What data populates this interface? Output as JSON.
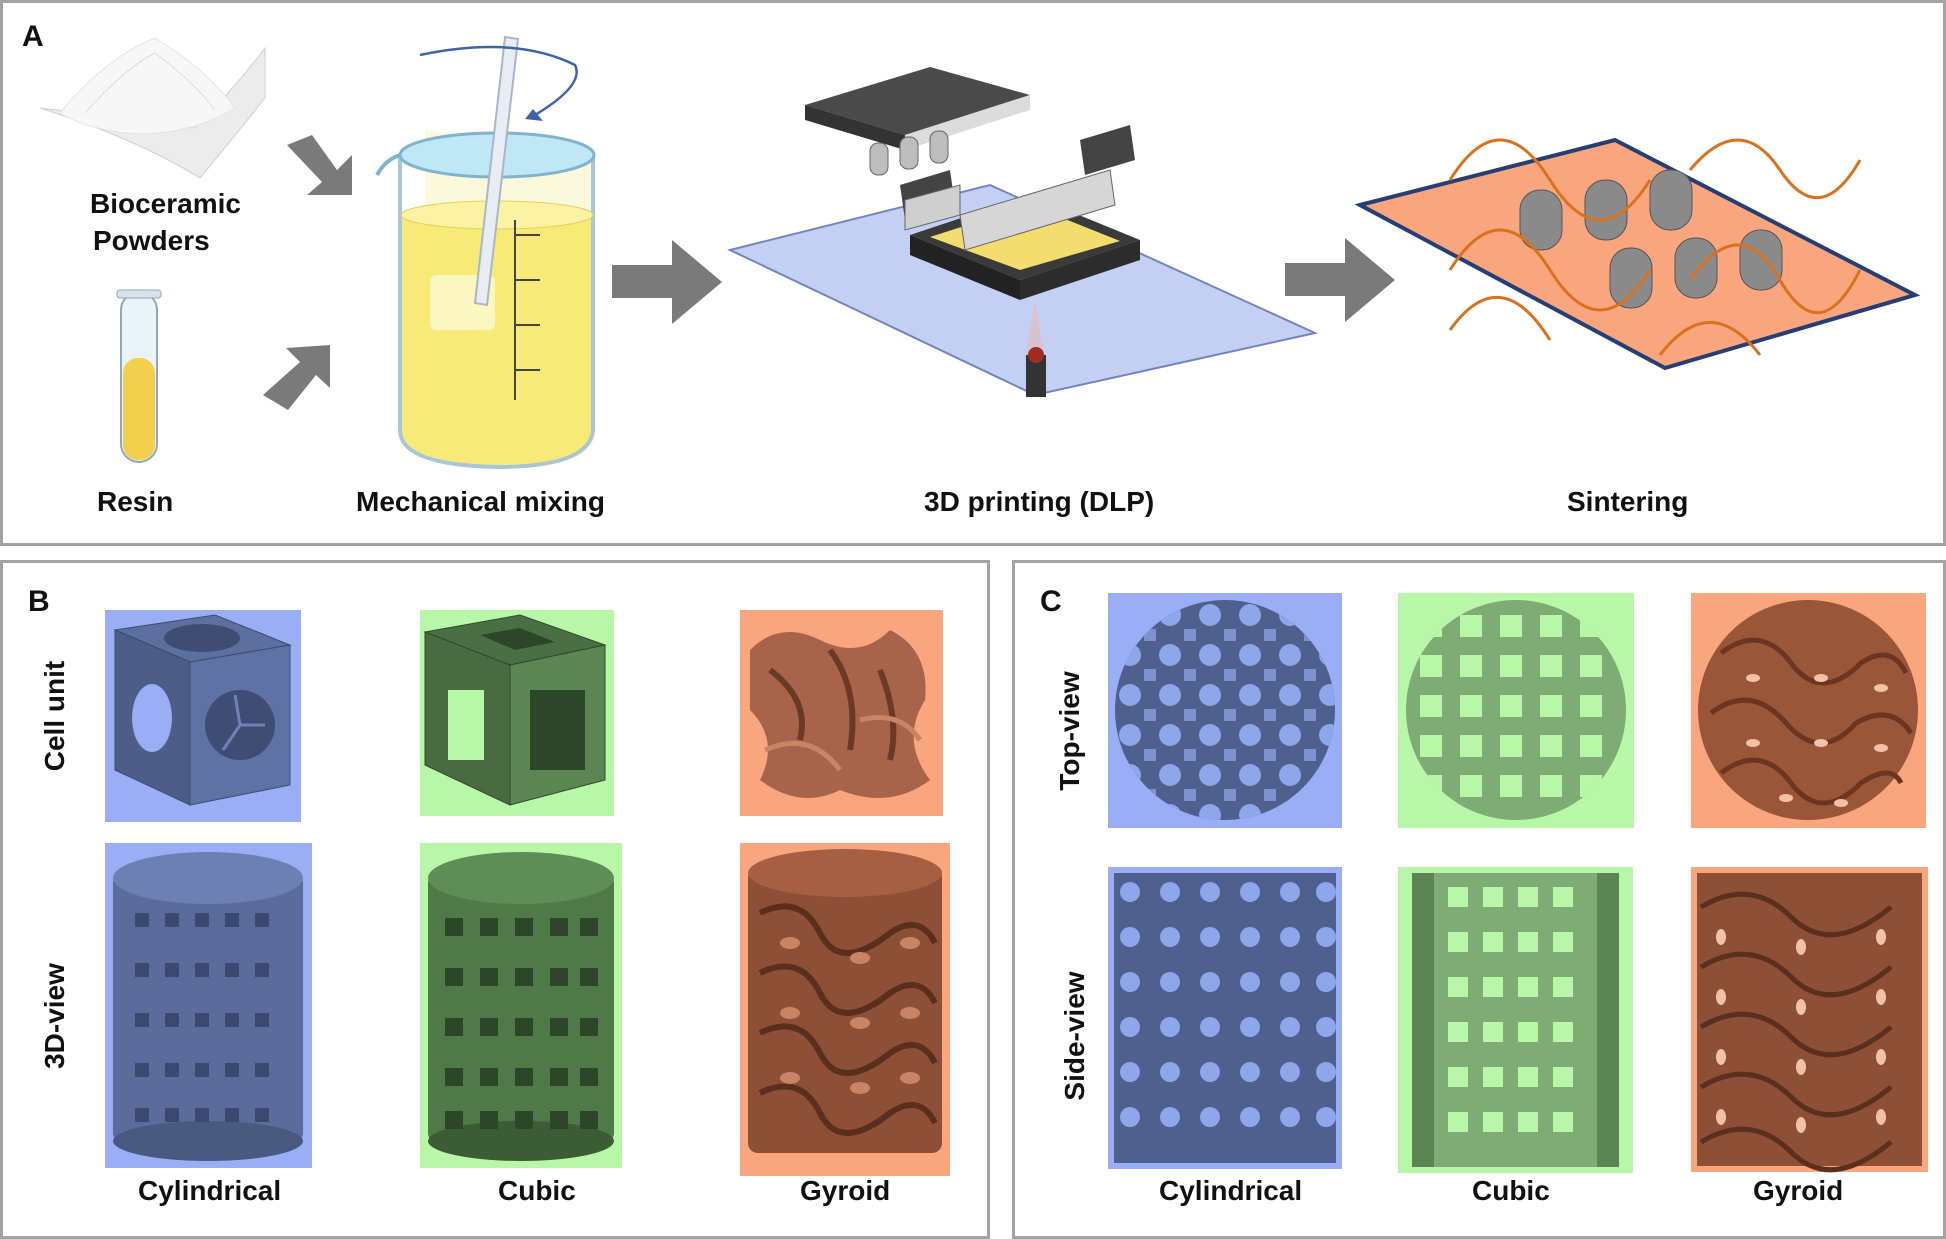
{
  "panel_a": {
    "letter": "A",
    "steps": {
      "powders": [
        "Bioceramic",
        "Powders"
      ],
      "resin": "Resin",
      "mixing": "Mechanical mixing",
      "printing": "3D printing (DLP)",
      "sintering": "Sintering"
    }
  },
  "panel_b": {
    "letter": "B",
    "row_labels": {
      "cell_unit": "Cell unit",
      "view_3d": "3D-view"
    },
    "columns": [
      "Cylindrical",
      "Cubic",
      "Gyroid"
    ]
  },
  "panel_c": {
    "letter": "C",
    "row_labels": {
      "top_view": "Top-view",
      "side_view": "Side-view"
    },
    "columns": [
      "Cylindrical",
      "Cubic",
      "Gyroid"
    ]
  },
  "colors": {
    "cylindrical_bg": "#99aef4",
    "cubic_bg": "#b9f7a8",
    "gyroid_bg": "#f9a57e",
    "arrow": "#7a7a7a",
    "resin": "#f4dd6f",
    "sinter_plate": "#f9a57e"
  }
}
